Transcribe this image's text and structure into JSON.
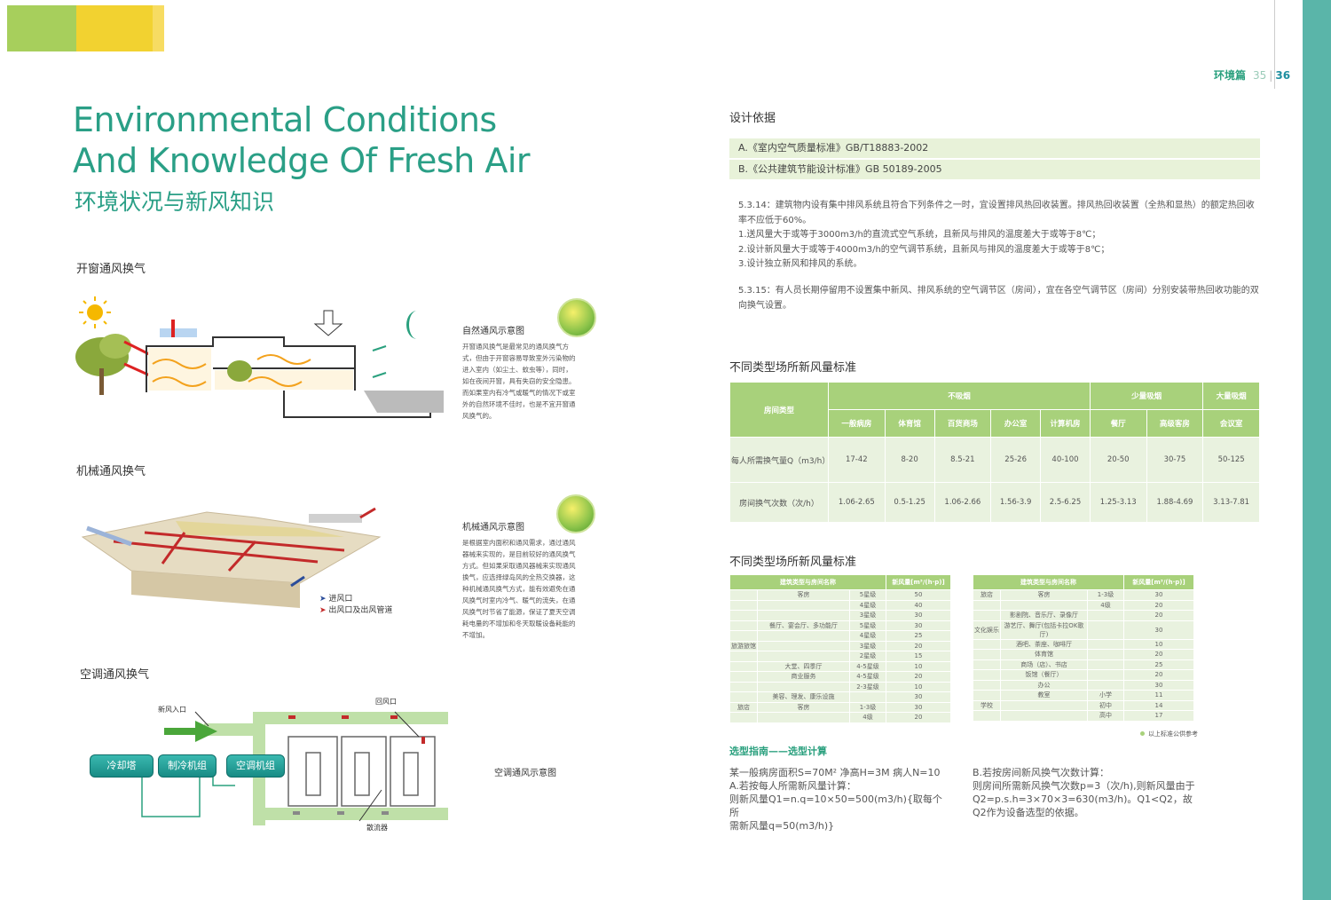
{
  "page": {
    "section": "环境篇",
    "page_left": "35",
    "page_right": "36"
  },
  "title_en": "Environmental Conditions And Knowledge Of Fresh Air",
  "title_cn": "环境状况与新风知识",
  "left": {
    "natural": {
      "heading": "开窗通风换气",
      "caption": "自然通风示意图",
      "text": "开窗通风换气是最常见的通风换气方式，但由于开窗容易导致室外污染物的进入室内（如尘土、蚊虫等），同时，如在夜间开窗，具有失窃的安全隐患。而如果室内有冷气或暖气的情况下或室外的自然环境不佳时，也是不宜开窗通风换气的。"
    },
    "mechanical": {
      "heading": "机械通风换气",
      "caption": "机械通风示意图",
      "text": "是根据室内面积和通风需求，通过通风器械来实现的，是目前较好的通风换气方式。但如果采取通风器械来实现通风换气，应选择绿岛风的全热交换器，这种机械通风换气方式，能有效避免在通风换气时室内冷气、暖气的流失，在通风换气时节省了能源，保证了夏天空调耗电量的不增加和冬天取暖设备耗能的不增加。",
      "legend_in": "进风口",
      "legend_out": "出风口及出风管道"
    },
    "ac": {
      "heading": "空调通风换气",
      "caption": "空调通风示意图",
      "label_fresh": "新风入口",
      "label_return": "回风口",
      "label_diffuser": "散流器",
      "box_cooling": "冷却塔",
      "box_chiller": "制冷机组",
      "box_ahu": "空调机组"
    }
  },
  "right": {
    "basis_heading": "设计依据",
    "basis": [
      "A.《室内空气质量标准》GB/T18883-2002",
      "B.《公共建筑节能设计标准》GB 50189-2005"
    ],
    "clause1": [
      "5.3.14：建筑物内设有集中排风系统且符合下列条件之一时，宜设置排风热回收装置。排风热回收装置（全热和显热）的额定热回收率不应低于60%。",
      "1.送风量大于或等于3000m3/h的直流式空气系统，且新风与排风的温度差大于或等于8℃；",
      "2.设计新风量大于或等于4000m3/h的空气调节系统，且新风与排风的温度差大于或等于8℃；",
      "3.设计独立新风和排风的系统。"
    ],
    "clause2": "5.3.15：有人员长期停留用不设置集中新风、排风系统的空气调节区（房间），宜在各空气调节区（房间）分别安装带热回收功能的双向换气设置。",
    "table1_heading": "不同类型场所新风量标准",
    "table1": {
      "room_type": "房间类型",
      "groups": [
        "不吸烟",
        "少量吸烟",
        "大量吸烟"
      ],
      "columns": [
        "一般病房",
        "体育馆",
        "百货商场",
        "办公室",
        "计算机房",
        "餐厅",
        "高级客房",
        "会议室"
      ],
      "rows": [
        {
          "label": "每人所需换气量Q（m3/h）",
          "values": [
            "17-42",
            "8-20",
            "8.5-21",
            "25-26",
            "40-100",
            "20-50",
            "30-75",
            "50-125"
          ]
        },
        {
          "label": "房间换气次数（次/h）",
          "values": [
            "1.06-2.65",
            "0.5-1.25",
            "1.06-2.66",
            "1.56-3.9",
            "2.5-6.25",
            "1.25-3.13",
            "1.88-4.69",
            "3.13-7.81"
          ]
        }
      ]
    },
    "table2_heading": "不同类型场所新风量标准",
    "table2_left": {
      "h1": "建筑类型与房间名称",
      "h2": "新风量[m³/(h·p)]",
      "cat1": "旅游旅馆",
      "cat2": "旅店",
      "rows": [
        {
          "room": "客房",
          "level": "5星级",
          "value": "50"
        },
        {
          "room": "",
          "level": "4星级",
          "value": "40"
        },
        {
          "room": "",
          "level": "3星级",
          "value": "30"
        },
        {
          "room": "餐厅、宴会厅、多功能厅",
          "level": "5星级",
          "value": "30"
        },
        {
          "room": "",
          "level": "4星级",
          "value": "25"
        },
        {
          "room": "",
          "level": "3星级",
          "value": "20"
        },
        {
          "room": "",
          "level": "2星级",
          "value": "15"
        },
        {
          "room": "大堂、四季厅",
          "level": "4-5星级",
          "value": "10"
        },
        {
          "room": "商业服务",
          "level": "4-5星级",
          "value": "20"
        },
        {
          "room": "",
          "level": "2-3星级",
          "value": "10"
        },
        {
          "room": "美容、理发、康乐设施",
          "level": "",
          "value": "30"
        },
        {
          "room": "客房",
          "level": "1-3级",
          "value": "30"
        },
        {
          "room": "",
          "level": "4级",
          "value": "20"
        }
      ]
    },
    "table2_right": {
      "h1": "建筑类型与房间名称",
      "h2": "新风量[m³/(h·p)]",
      "cat_hotel": "旅店",
      "cat_ent": "文化娱乐",
      "cat_school": "学校",
      "rows": [
        {
          "room": "客房",
          "level": "1-3级",
          "value": "30"
        },
        {
          "room": "",
          "level": "4级",
          "value": "20"
        },
        {
          "room": "影剧院、音乐厅、录像厅",
          "level": "",
          "value": "20"
        },
        {
          "room": "游艺厅、舞厅(包括卡拉OK歌厅)",
          "level": "",
          "value": "30"
        },
        {
          "room": "酒吧、茶座、咖啡厅",
          "level": "",
          "value": "10"
        },
        {
          "room": "体育馆",
          "level": "",
          "value": "20"
        },
        {
          "room": "商场（店）、书店",
          "level": "",
          "value": "25"
        },
        {
          "room": "饭馆（餐厅）",
          "level": "",
          "value": "20"
        },
        {
          "room": "办公",
          "level": "",
          "value": "30"
        },
        {
          "room": "教室",
          "level": "小学",
          "value": "11"
        },
        {
          "room": "",
          "level": "初中",
          "value": "14"
        },
        {
          "room": "",
          "level": "高中",
          "value": "17"
        }
      ]
    },
    "note": "以上标准公供参考",
    "guide_heading": "选型指南——选型计算",
    "calc_a": [
      "某一般病房面积S=70M² 净高H=3M 病人N=10",
      "A.若按每人所需新风量计算：",
      "则新风量Q1=n.q=10×50=500(m3/h){取每个所",
      "需新风量q=50(m3/h)}"
    ],
    "calc_b": [
      "B.若按房间新风换气次数计算：",
      "则房间所需新风换气次数p=3（次/h),则新风量由于",
      "Q2=p.s.h=3×70×3=630(m3/h)。Q1<Q2，故",
      "Q2作为设备选型的依据。"
    ]
  }
}
